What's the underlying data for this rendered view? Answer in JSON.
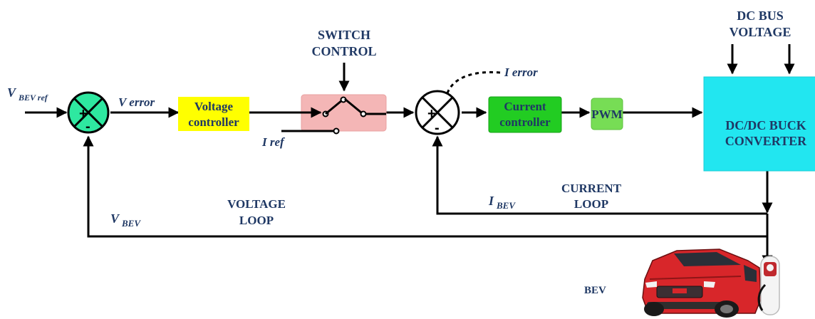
{
  "labels": {
    "v_bev_ref_main": "V",
    "v_bev_ref_sub": "BEV ref",
    "v_error": "V error",
    "switch_control_1": "SWITCH",
    "switch_control_2": "CONTROL",
    "i_error": "I error",
    "i_ref": "I ref",
    "dc_bus_1": "DC BUS",
    "dc_bus_2": "VOLTAGE",
    "current_loop_1": "CURRENT",
    "current_loop_2": "LOOP",
    "voltage_loop_1": "VOLTAGE",
    "voltage_loop_2": "LOOP",
    "i_bev_main": "I",
    "i_bev_sub": "BEV",
    "v_bev_main": "V",
    "v_bev_sub": "BEV",
    "bev": "BEV"
  },
  "blocks": {
    "voltage_controller_1": "Voltage",
    "voltage_controller_2": "controller",
    "current_controller_1": "Current",
    "current_controller_2": "controller",
    "pwm": "PWM",
    "converter_1": "DC/DC BUCK",
    "converter_2": "CONVERTER"
  },
  "signs": {
    "plus": "+",
    "minus": "-"
  },
  "colors": {
    "text": "#1f3864",
    "sum1": "#2ee8a0",
    "voltage_controller": "#ffff00",
    "switch_box": "#f4b6b6",
    "current_controller": "#22cc22",
    "pwm": "#77dd55",
    "converter": "#22e6f0",
    "truck": "#d8262a"
  }
}
